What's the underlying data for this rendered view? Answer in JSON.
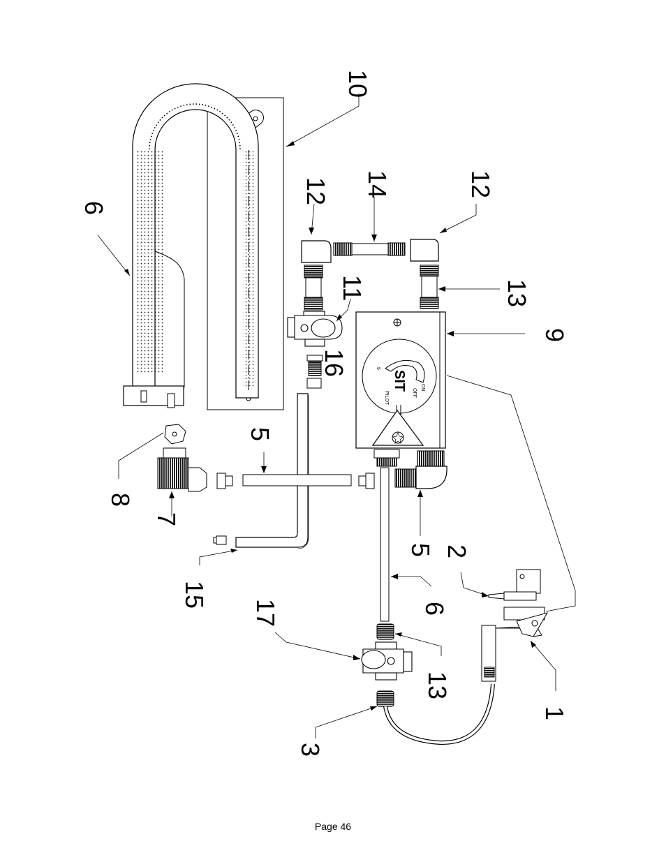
{
  "callouts": {
    "c1": "1",
    "c2": "2",
    "c3": "3",
    "c5a": "5",
    "c5b": "5",
    "c6a": "6",
    "c6b": "6",
    "c7": "7",
    "c8": "8",
    "c9": "9",
    "c10": "10",
    "c11": "11",
    "c12a": "12",
    "c12b": "12",
    "c13a": "13",
    "c13b": "13",
    "c14": "14",
    "c15": "15",
    "c16": "16",
    "c17": "17"
  },
  "valve_dial": {
    "marks": [
      "5",
      "PILOT",
      "OFF",
      "ON"
    ],
    "logo": "SIT"
  },
  "footer": {
    "page_label": "Page 46"
  }
}
